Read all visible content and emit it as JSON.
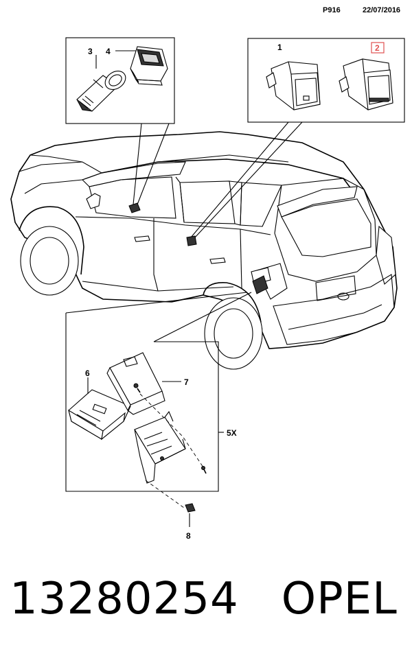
{
  "header": {
    "code": "P916",
    "date": "22/07/2016"
  },
  "callouts": {
    "c1": "1",
    "c2": "2",
    "c3": "3",
    "c4": "4",
    "c5x": "5X",
    "c6": "6",
    "c7": "7",
    "c8": "8"
  },
  "footer": {
    "part_number": "13280254",
    "brand": "OPEL"
  },
  "colors": {
    "line": "#000000",
    "highlight_box": "#e05050",
    "background": "#ffffff"
  }
}
